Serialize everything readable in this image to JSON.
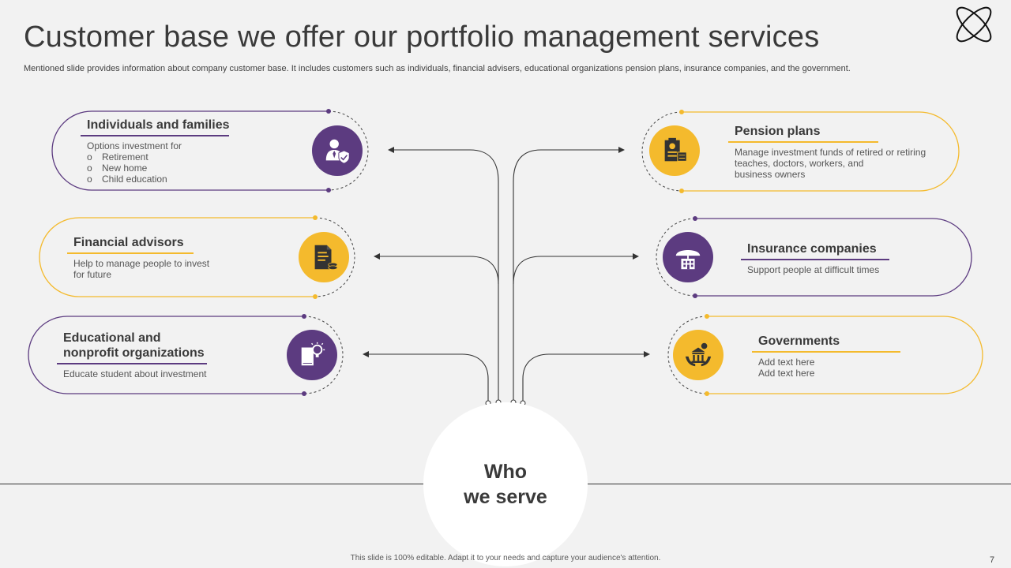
{
  "title": "Customer base we offer our portfolio management services",
  "subtitle": "Mentioned slide provides information about company customer base. It includes customers such as individuals, financial advisers, educational organizations pension plans, insurance companies, and the government.",
  "hub": {
    "line1": "Who",
    "line2": "we serve"
  },
  "colors": {
    "purple": "#5c3b80",
    "yellow": "#f4ba2d",
    "text": "#3a3a3a",
    "background": "#f2f2f2"
  },
  "cards": {
    "individuals": {
      "title": "Individuals and families",
      "intro": "Options investment for",
      "bullet_marker": "o",
      "items": [
        "Retirement",
        "New home",
        "Child education"
      ],
      "icon": "investor-shield-icon"
    },
    "advisors": {
      "title": "Financial advisors",
      "body": [
        "Help to manage people to invest",
        "for future"
      ],
      "icon": "document-coins-icon"
    },
    "education": {
      "title_line1": "Educational and",
      "title_line2": "nonprofit organizations",
      "body": "Educate student about investment",
      "icon": "book-lightbulb-icon"
    },
    "pension": {
      "title": "Pension plans",
      "body": [
        "Manage investment funds of retired or retiring",
        "teaches, doctors, workers, and",
        "business owners"
      ],
      "icon": "clipboard-money-icon"
    },
    "insurance": {
      "title": "Insurance companies",
      "body": "Support people at difficult times",
      "icon": "umbrella-building-icon"
    },
    "government": {
      "title": "Governments",
      "body": [
        "Add text here",
        "Add text here"
      ],
      "icon": "hands-government-icon"
    }
  },
  "footer": "This slide is 100% editable. Adapt it to your needs and capture your audience's attention.",
  "page_number": "7"
}
